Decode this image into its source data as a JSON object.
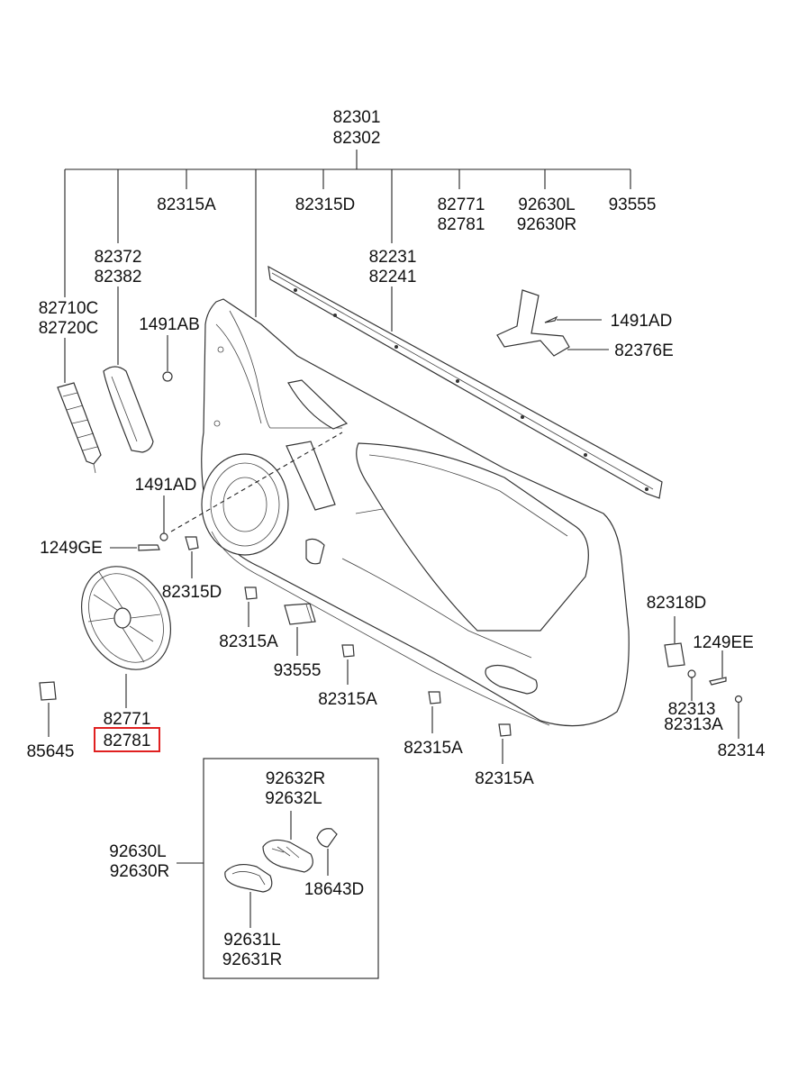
{
  "labels": {
    "main_1": "82301",
    "main_2": "82302",
    "l_82315A_top": "82315A",
    "l_82315D_top": "82315D",
    "l_82771_top": "82771",
    "l_82781_top": "82781",
    "l_92630L_top": "92630L",
    "l_92630R_top": "92630R",
    "l_93555_top": "93555",
    "l_82372": "82372",
    "l_82382": "82382",
    "l_82231": "82231",
    "l_82241": "82241",
    "l_82710C": "82710C",
    "l_82720C": "82720C",
    "l_1491AB": "1491AB",
    "l_1491AD_right": "1491AD",
    "l_82376E": "82376E",
    "l_1491AD_left": "1491AD",
    "l_1249GE": "1249GE",
    "l_82315D_mid": "82315D",
    "l_82315A_mid": "82315A",
    "l_93555_mid": "93555",
    "l_82315A_low1": "82315A",
    "l_82315A_low2": "82315A",
    "l_82315A_low3": "82315A",
    "l_82318D": "82318D",
    "l_1249EE": "1249EE",
    "l_82313": "82313",
    "l_82313A": "82313A",
    "l_82314": "82314",
    "l_82771_spk": "82771",
    "l_82781_spk": "82781",
    "l_85645": "85645",
    "l_92632R": "92632R",
    "l_92632L": "92632L",
    "l_92630L_box": "92630L",
    "l_92630R_box": "92630R",
    "l_18643D": "18643D",
    "l_92631L": "92631L",
    "l_92631R": "92631R"
  },
  "highlight_color": "#e02020"
}
